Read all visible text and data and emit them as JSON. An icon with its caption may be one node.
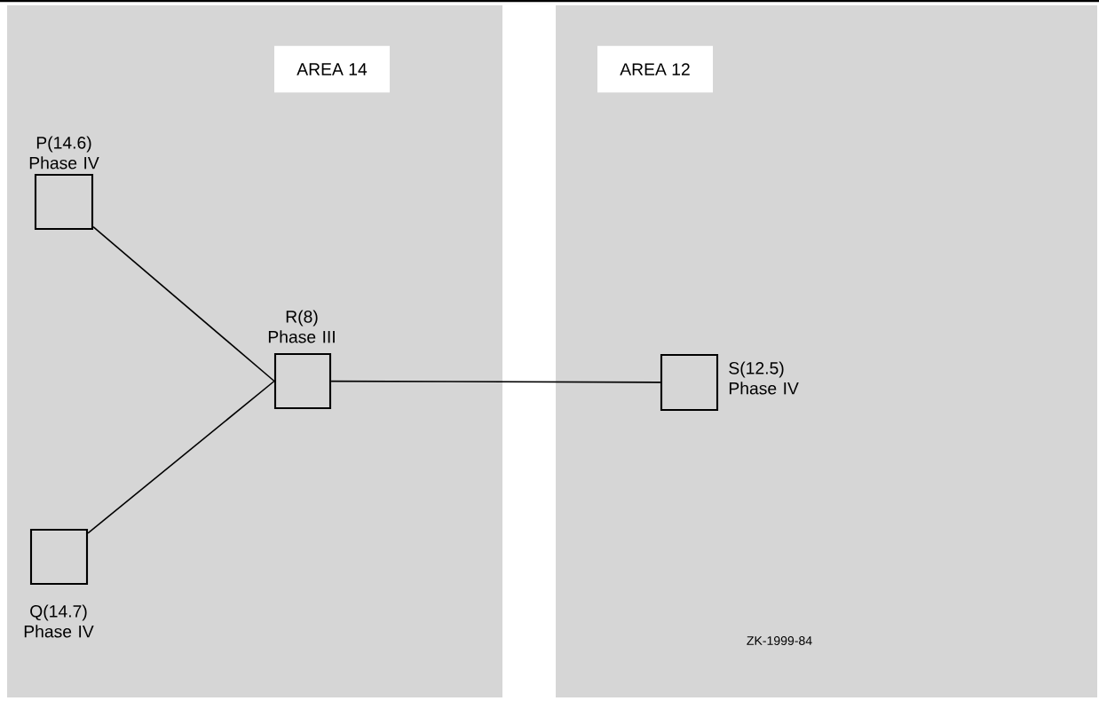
{
  "diagram": {
    "nodes": [
      {
        "text": [
          "AREA 14"
        ]
      },
      {
        "text": [
          "AREA 12"
        ]
      },
      {
        "text": [
          "P(14.6) Phase IV"
        ],
        "in": 0
      },
      {
        "text": [
          "Q(14.7) Phase IV"
        ],
        "in": 0
      },
      {
        "text": [
          "R(8) Phase III"
        ],
        "in": 0
      },
      {
        "text": [
          "S(12.5) Phase IV"
        ],
        "in": 1
      }
    ],
    "edges": [
      {
        "from": 2,
        "to": 4,
        "arrow": "none"
      },
      {
        "from": 3,
        "to": 4,
        "arrow": "none"
      },
      {
        "from": 4,
        "to": 5,
        "arrow": "none"
      }
    ],
    "labels": [
      "ZK-1999-84"
    ]
  }
}
